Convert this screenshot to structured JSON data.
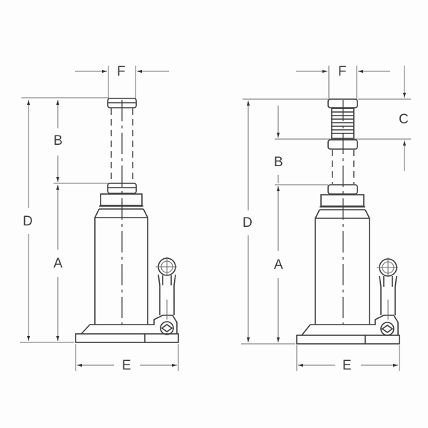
{
  "diagram": {
    "subject": "Bottle jack dimension drawings",
    "left_jack": {
      "variant": "single-stage ram",
      "labels": {
        "width_ram": "F",
        "stroke": "B",
        "body_height": "A",
        "total_height": "D",
        "base_width": "E"
      }
    },
    "right_jack": {
      "variant": "ram with extension screw",
      "labels": {
        "width_ram": "F",
        "extension": "C",
        "stroke": "B",
        "body_height": "A",
        "total_height": "D",
        "base_width": "E"
      }
    },
    "colors": {
      "line": "#3a3a3a",
      "background": "#fdfdfd"
    }
  }
}
